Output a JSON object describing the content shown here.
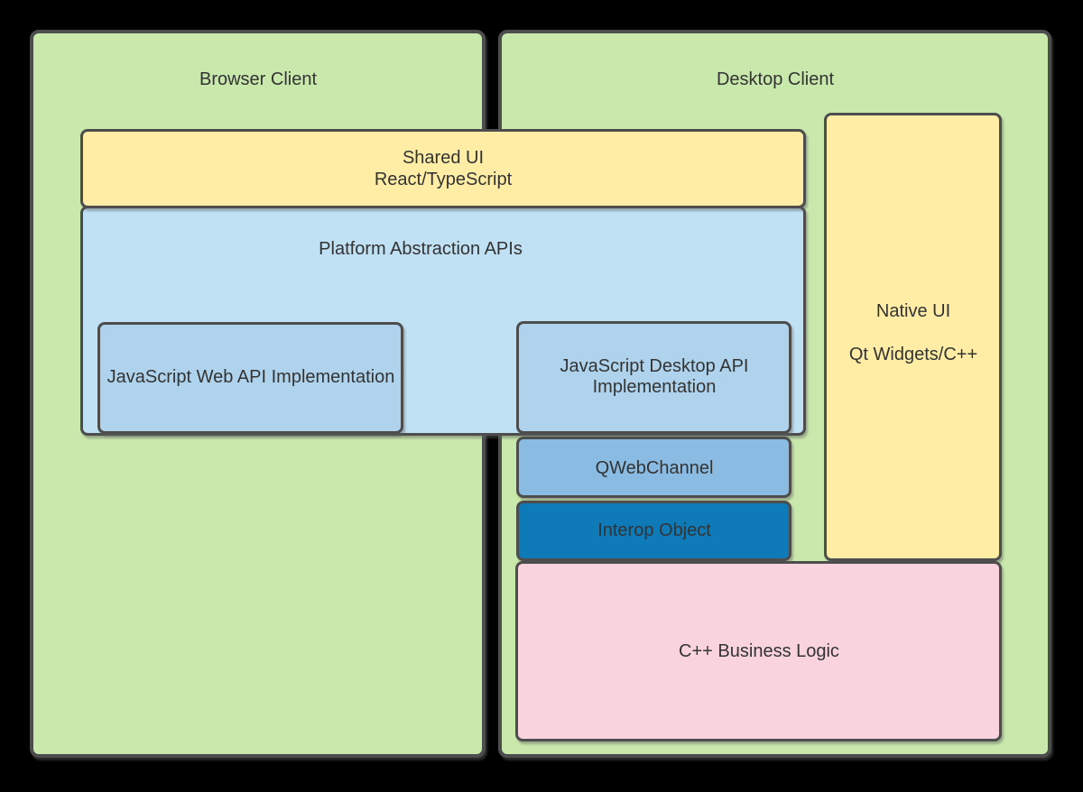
{
  "colors": {
    "background": "#000000",
    "border": "#4d4d4d",
    "text": "#333333",
    "client_green": "#c9e8ac",
    "yellow": "#ffeda6",
    "platform_light_blue": "#c0e0f4",
    "implementation_blue": "#afd3ec",
    "qwebchannel_blue": "#89bbe3",
    "interop_deep_blue": "#0e7ab8",
    "business_logic_pink": "#f9d3de"
  },
  "boxes": {
    "browser_client": {
      "label": "Browser Client"
    },
    "desktop_client": {
      "label": "Desktop Client"
    },
    "shared_ui": {
      "line1": "Shared UI",
      "line2": "React/TypeScript"
    },
    "platform_abstraction": {
      "label": "Platform Abstraction APIs"
    },
    "js_web_api": {
      "label": "JavaScript Web API Implementation"
    },
    "js_desktop_api": {
      "line1": "JavaScript Desktop API",
      "line2": "Implementation"
    },
    "qwebchannel": {
      "label": "QWebChannel"
    },
    "interop_object": {
      "label": "Interop Object"
    },
    "native_ui": {
      "line1": "Native UI",
      "line2": "Qt Widgets/C++"
    },
    "cpp_business_logic": {
      "label": "C++ Business Logic"
    }
  }
}
